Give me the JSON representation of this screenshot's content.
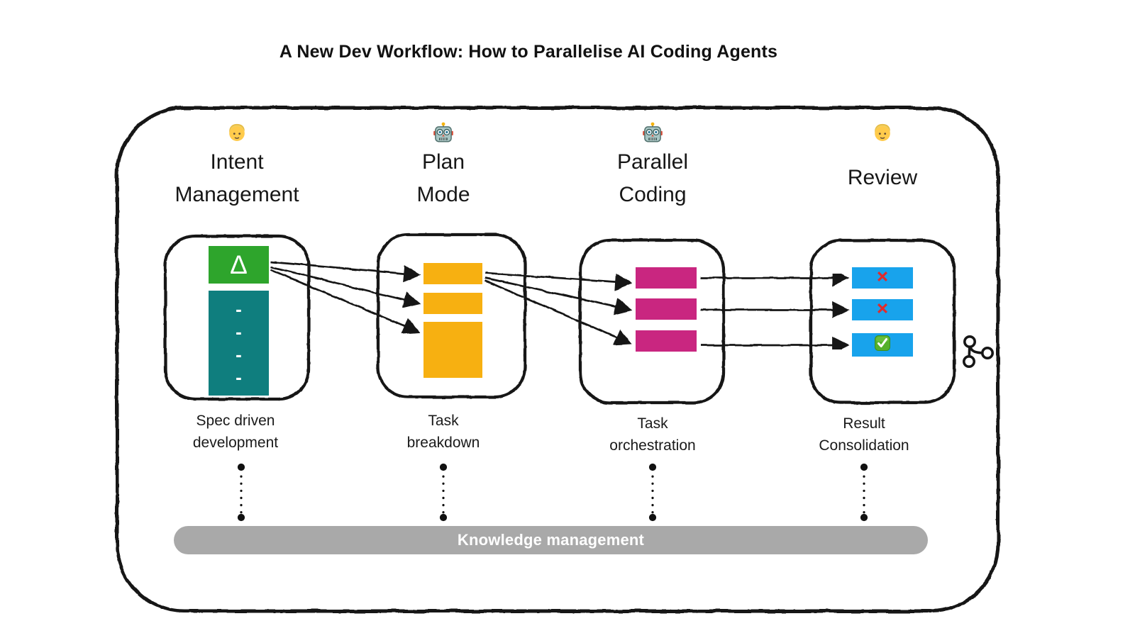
{
  "title": "A New Dev Workflow: How to Parallelise AI Coding Agents",
  "stages": [
    {
      "name": "intent-management",
      "icon": "person-emoji",
      "emoji": "🧑",
      "label": [
        "Intent",
        "Management"
      ],
      "caption": [
        "Spec driven",
        "development"
      ],
      "delta_symbol": "Δ",
      "dashes": [
        "-",
        "-",
        "-",
        "-"
      ]
    },
    {
      "name": "plan-mode",
      "icon": "robot-emoji",
      "emoji": "🤖",
      "label": [
        "Plan",
        "Mode"
      ],
      "caption": [
        "Task",
        "breakdown"
      ]
    },
    {
      "name": "parallel-coding",
      "icon": "robot-emoji",
      "emoji": "🤖",
      "label": [
        "Parallel",
        "Coding"
      ],
      "caption": [
        "Task",
        "orchestration"
      ]
    },
    {
      "name": "review",
      "icon": "person-emoji",
      "emoji": "🧑",
      "label": [
        "Review"
      ],
      "caption": [
        "Result",
        "Consolidation"
      ],
      "marks": [
        "cross",
        "cross",
        "check"
      ]
    }
  ],
  "knowledge_bar": {
    "label": "Knowledge management"
  },
  "colors": {
    "green_block": "#2ea52c",
    "teal_block": "#0f7e7e",
    "amber_block": "#f7b011",
    "magenta_block": "#c92680",
    "blue_block": "#18a3ec",
    "gray_bar": "#a9a9a9",
    "cross_red": "#e12b2b",
    "check_green": "#55b02c",
    "ink": "#161616"
  }
}
